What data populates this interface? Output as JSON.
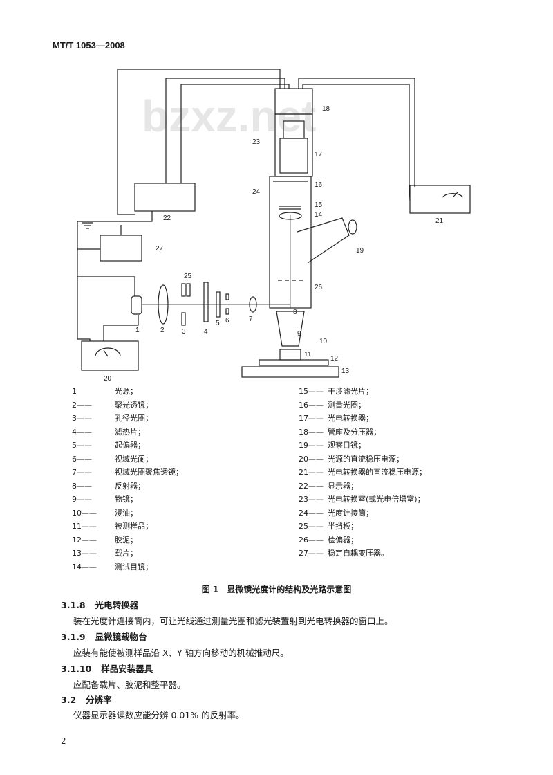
{
  "header": {
    "standard_no": "MT/T 1053—2008"
  },
  "watermark": "bzxz.net",
  "figure": {
    "callouts": {
      "c1": "1",
      "c2": "2",
      "c3": "3",
      "c4": "4",
      "c5": "5",
      "c6": "6",
      "c7": "7",
      "c8": "8",
      "c9": "9",
      "c10": "10",
      "c11": "11",
      "c12": "12",
      "c13": "13",
      "c14": "14",
      "c15": "15",
      "c16": "16",
      "c17": "17",
      "c18": "18",
      "c19": "19",
      "c20": "20",
      "c21": "21",
      "c22": "22",
      "c23": "23",
      "c24": "24",
      "c25": "25",
      "c26": "26",
      "c27": "27"
    },
    "caption": "图 1　显微镜光度计的结构及光路示意图",
    "legend_left": [
      {
        "num": "1",
        "label": "光源；"
      },
      {
        "num": "2——",
        "label": "聚光透镜；"
      },
      {
        "num": "3——",
        "label": "孔径光圈；"
      },
      {
        "num": "4——",
        "label": "滤热片；"
      },
      {
        "num": "5——",
        "label": "起偏器；"
      },
      {
        "num": "6——",
        "label": "视域光阑；"
      },
      {
        "num": "7——",
        "label": "视域光圈聚焦透镜；"
      },
      {
        "num": "8——",
        "label": "反射器；"
      },
      {
        "num": "9——",
        "label": "物镜；"
      },
      {
        "num": "10——",
        "label": "浸油；"
      },
      {
        "num": "11——",
        "label": "被测样品；"
      },
      {
        "num": "12——",
        "label": "胶泥；"
      },
      {
        "num": "13——",
        "label": "载片；"
      },
      {
        "num": "14——",
        "label": "测试目镜；"
      }
    ],
    "legend_right": [
      {
        "num": "15——",
        "label": "干涉滤光片；"
      },
      {
        "num": "16——",
        "label": "测量光圈；"
      },
      {
        "num": "17——",
        "label": "光电转换器；"
      },
      {
        "num": "18——",
        "label": "管座及分压器；"
      },
      {
        "num": "19——",
        "label": "观察目镜；"
      },
      {
        "num": "20——",
        "label": "光源的直流稳压电源；"
      },
      {
        "num": "21——",
        "label": "光电转换器的直流稳压电源；"
      },
      {
        "num": "22——",
        "label": "显示器；"
      },
      {
        "num": "23——",
        "label": "光电转换室(或光电倍增室)；"
      },
      {
        "num": "24——",
        "label": "光度计接筒；"
      },
      {
        "num": "25——",
        "label": "半挡板；"
      },
      {
        "num": "26——",
        "label": "检偏器；"
      },
      {
        "num": "27——",
        "label": "稳定自耦变压器。"
      }
    ]
  },
  "sections": [
    {
      "number": "3.1.8",
      "title": "光电转换器",
      "text": "装在光度计连接筒内，可让光线通过测量光圈和滤光装置射到光电转换器的窗口上。"
    },
    {
      "number": "3.1.9",
      "title": "显微镜载物台",
      "text": "应装有能使被测样品沿 X、Y 轴方向移动的机械推动尺。"
    },
    {
      "number": "3.1.10",
      "title": "样品安装器具",
      "text": "应配备载片、胶泥和整平器。"
    },
    {
      "number": "3.2",
      "title": "分辨率",
      "text": "仪器显示器读数应能分辨 0.01% 的反射率。"
    }
  ],
  "page_number": "2"
}
